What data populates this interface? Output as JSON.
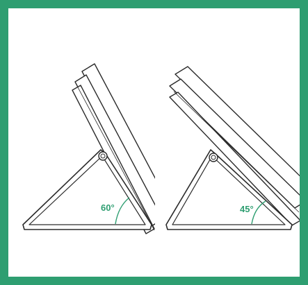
{
  "figure": {
    "panels": [
      {
        "id": "left",
        "angle_label": "60°"
      },
      {
        "id": "right",
        "angle_label": "45°"
      }
    ],
    "colors": {
      "border": "#2e9e71",
      "angle_text": "#2e9e71",
      "line": "#2a2a2a"
    }
  }
}
